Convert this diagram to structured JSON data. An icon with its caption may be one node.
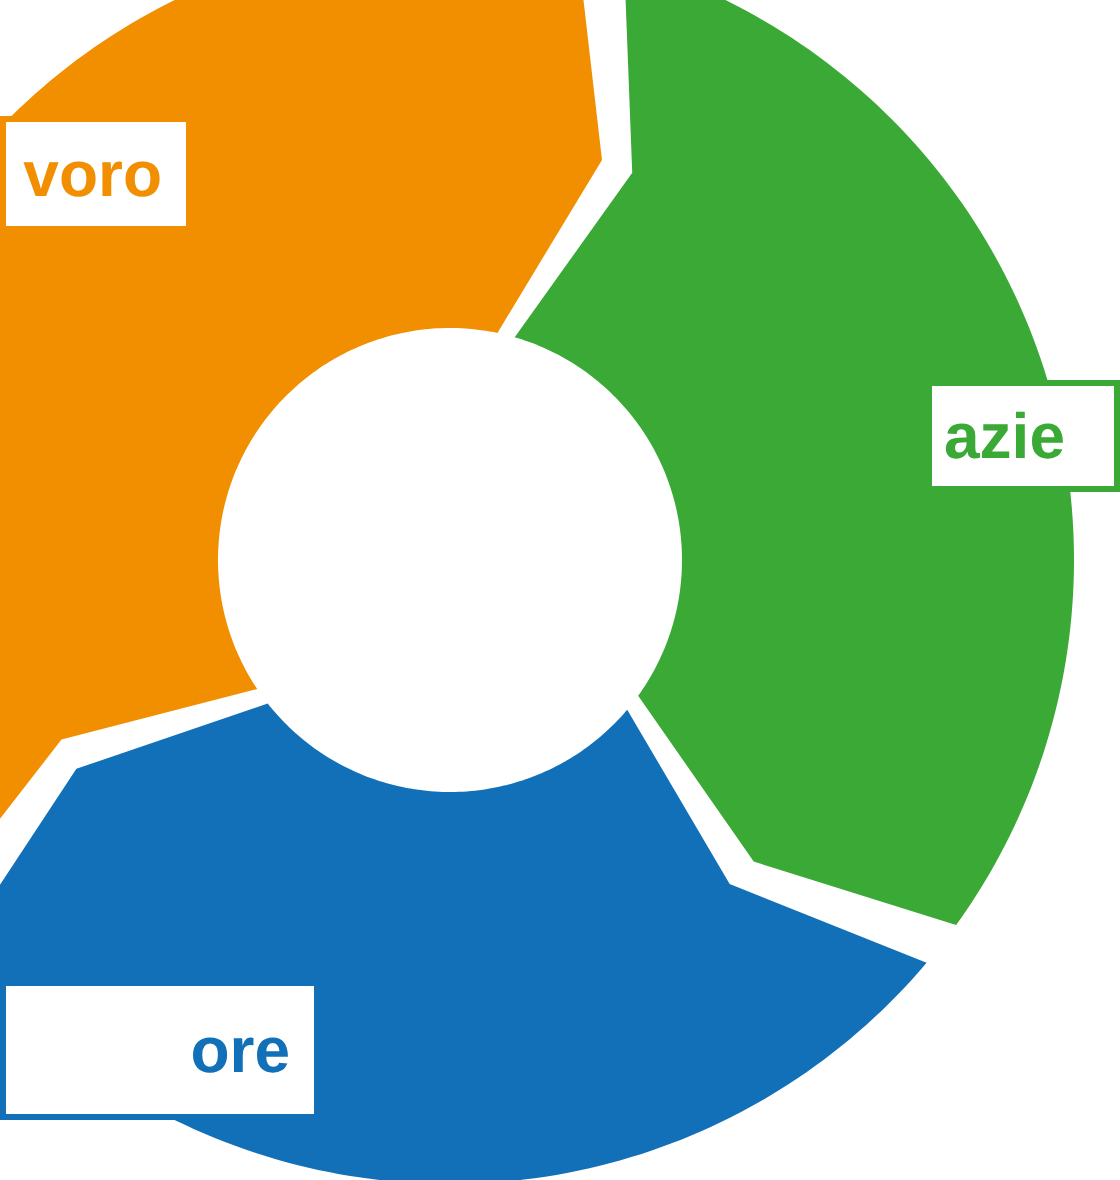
{
  "diagram": {
    "nodes": [
      {
        "text": [
          "voro"
        ]
      },
      {
        "text": [
          "azie"
        ]
      },
      {
        "text": [
          "ore"
        ]
      }
    ]
  }
}
